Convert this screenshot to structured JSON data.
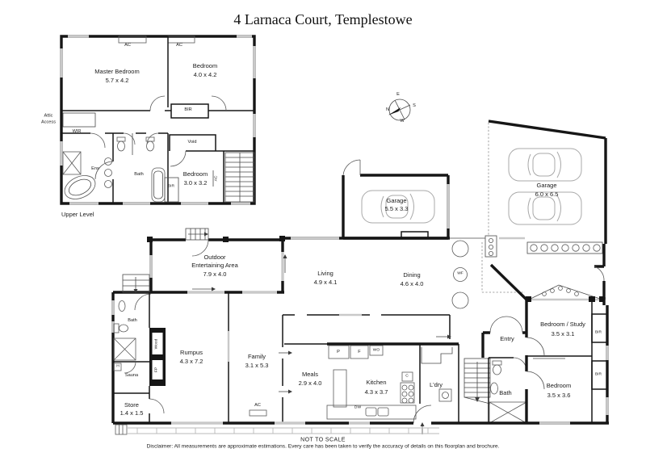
{
  "title": "4 Larnaca Court, Templestowe",
  "compass": {
    "n": "N",
    "e": "E",
    "s": "S",
    "w": "W"
  },
  "upper_level": {
    "caption": "Upper Level",
    "rooms": {
      "master": {
        "name": "Master Bedroom",
        "dims": "5.7 x 4.2"
      },
      "bedroom": {
        "name": "Bedroom",
        "dims": "4.0 x 4.2"
      },
      "bedroom_rear": {
        "name": "Bedroom",
        "dims": "3.0 x 3.2"
      }
    },
    "features": {
      "ac_left": "AC",
      "ac_right": "AC",
      "ac_side": "AC",
      "attic": "Attic\nAccess",
      "wir": "WIR",
      "ens": "Ens",
      "bath": "Bath",
      "bir_robe": "BIR",
      "bir_rear": "BIR",
      "void": "Void"
    }
  },
  "ground_level": {
    "rooms": {
      "outdoor": {
        "name": "Outdoor\nEntertaining Area",
        "dims": "7.9 x 4.0"
      },
      "living": {
        "name": "Living",
        "dims": "4.9 x 4.1"
      },
      "dining": {
        "name": "Dining",
        "dims": "4.6 x 4.0"
      },
      "garage_single": {
        "name": "Garage",
        "dims": "5.5 x 3.3"
      },
      "garage_double": {
        "name": "Garage",
        "dims": "6.0 x 6.5"
      },
      "rumpus": {
        "name": "Rumpus",
        "dims": "4.3 x 7.2"
      },
      "family": {
        "name": "Family",
        "dims": "3.1 x 5.3"
      },
      "meals": {
        "name": "Meals",
        "dims": "2.9 x 4.0"
      },
      "kitchen": {
        "name": "Kitchen",
        "dims": "4.3 x 3.7"
      },
      "bed_study": {
        "name": "Bedroom / Study",
        "dims": "3.5 x 3.1"
      },
      "bedroom": {
        "name": "Bedroom",
        "dims": "3.5 x 3.6"
      },
      "store": {
        "name": "Store",
        "dims": "1.4 x 1.5"
      }
    },
    "features": {
      "bath": "Bath",
      "sauna": "Sauna",
      "laundry": "L'dry",
      "entry": "Entry",
      "bath_rear": "Bath",
      "wf": "WF",
      "wood": "Wood",
      "fp": "FP",
      "hws": "H",
      "pantry": "P",
      "fridge": "F",
      "wall_oven": "WO",
      "cooktop": "C",
      "dishwasher": "DW",
      "ac": "AC",
      "bir_study": "BIR",
      "bir_bedroom": "BIR"
    }
  },
  "footer": {
    "scale_note": "NOT TO SCALE",
    "disclaimer": "Disclaimer: All measurements are approximate estimations. Every care has been taken to verify the accuracy of details on this floorplan and brochure."
  }
}
